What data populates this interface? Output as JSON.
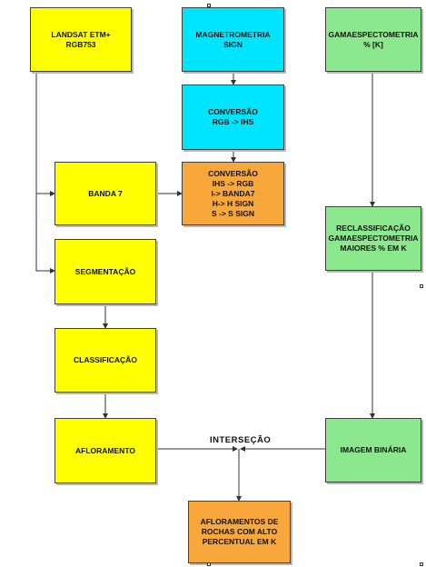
{
  "colors": {
    "yellow": "#ffff00",
    "cyan": "#00e5ff",
    "orange": "#f8a73a",
    "green": "#8ce88c",
    "arrow": "#333333"
  },
  "nodes": {
    "landsat": "LANDSAT ETM+\nRGB753",
    "magnetometria": "MAGNETROMETRIA\nSIGN",
    "gamaespectometria": "GAMAESPECTOMETRIA\n% [K]",
    "conversao_rgb_ihs": "CONVERSÃO\nRGB -> IHS",
    "banda7": "BANDA 7",
    "conversao_ihs_rgb": "CONVERSÃO\nIHS -> RGB\nI-> BANDA7\nH-> H SIGN\nS -> S SIGN",
    "reclassificacao": "RECLASSIFICAÇÃO\nGAMAESPECTOMETRIA\nMAIORES % EM K",
    "segmentacao": "SEGMENTAÇÃO",
    "classificacao": "CLASSIFICAÇÃO",
    "afloramento": "AFLORAMENTO",
    "imagem_binaria": "IMAGEM BINÁRIA",
    "resultado": "AFLORAMENTOS DE\nROCHAS COM ALTO\nPERCENTUAL EM K"
  },
  "edge_labels": {
    "intersecao": "INTERSEÇÃO"
  }
}
